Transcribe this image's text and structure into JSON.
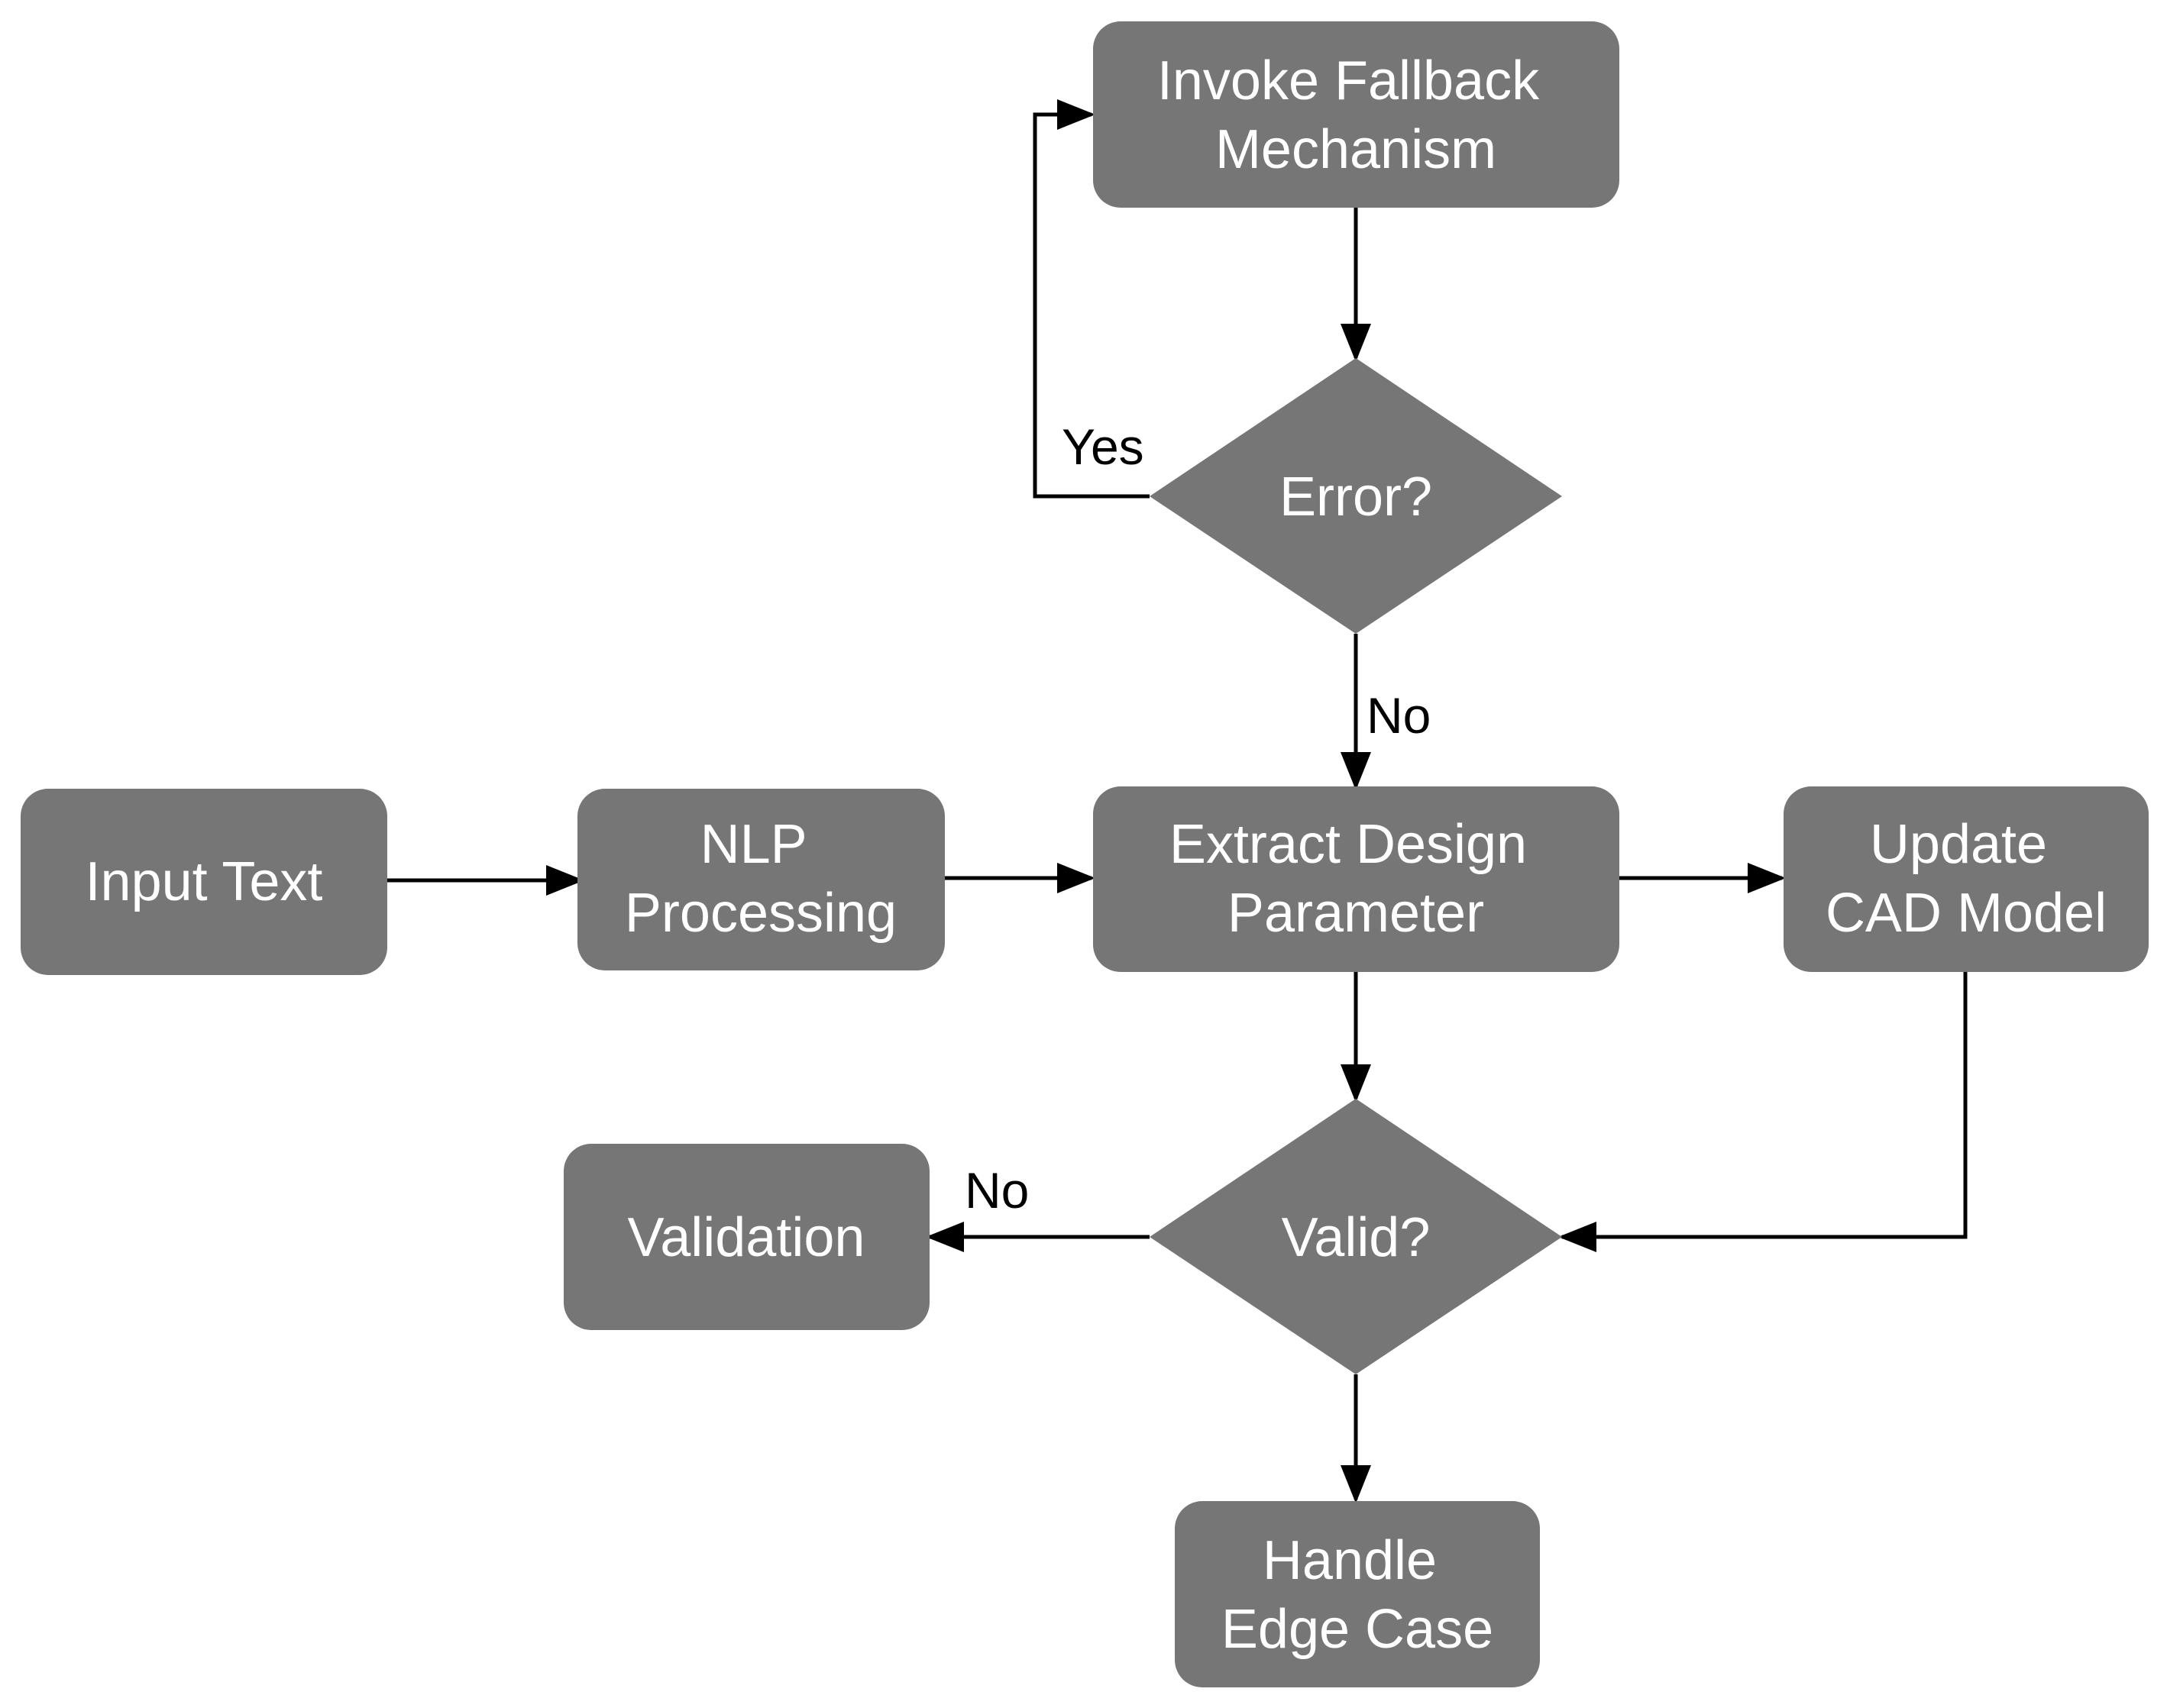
{
  "colors": {
    "node_fill": "#767676",
    "node_text": "#ffffff",
    "edge": "#000000",
    "background": "#ffffff"
  },
  "nodes": {
    "invoke_fallback": {
      "shape": "rounded-rect",
      "lines": [
        "Invoke Fallback",
        "Mechanism"
      ]
    },
    "error_decision": {
      "shape": "diamond",
      "lines": [
        "Error?"
      ]
    },
    "input_text": {
      "shape": "rounded-rect",
      "lines": [
        "Input Text"
      ]
    },
    "nlp_processing": {
      "shape": "rounded-rect",
      "lines": [
        "NLP",
        "Processing"
      ]
    },
    "extract_design": {
      "shape": "rounded-rect",
      "lines": [
        "Extract Design",
        "Parameter"
      ]
    },
    "update_cad": {
      "shape": "rounded-rect",
      "lines": [
        "Update",
        "CAD Model"
      ]
    },
    "valid_decision": {
      "shape": "diamond",
      "lines": [
        "Valid?"
      ]
    },
    "validation": {
      "shape": "rounded-rect",
      "lines": [
        "Validation"
      ]
    },
    "handle_edge_case": {
      "shape": "rounded-rect",
      "lines": [
        "Handle",
        "Edge Case"
      ]
    }
  },
  "edges": [
    {
      "from": "input_text",
      "to": "nlp_processing",
      "label": ""
    },
    {
      "from": "nlp_processing",
      "to": "extract_design",
      "label": ""
    },
    {
      "from": "extract_design",
      "to": "update_cad",
      "label": ""
    },
    {
      "from": "invoke_fallback",
      "to": "error_decision",
      "label": ""
    },
    {
      "from": "error_decision",
      "to": "invoke_fallback",
      "label": "Yes"
    },
    {
      "from": "error_decision",
      "to": "extract_design",
      "label": "No"
    },
    {
      "from": "extract_design",
      "to": "valid_decision",
      "label": ""
    },
    {
      "from": "update_cad",
      "to": "valid_decision",
      "label": ""
    },
    {
      "from": "valid_decision",
      "to": "validation",
      "label": "No"
    },
    {
      "from": "valid_decision",
      "to": "handle_edge_case",
      "label": ""
    }
  ]
}
